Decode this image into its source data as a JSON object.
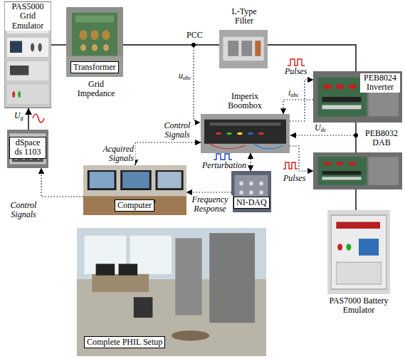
{
  "diagram": {
    "nodes": [
      {
        "text": [
          "PAS5000 Grid Emulator"
        ]
      },
      {
        "text": [
          "Transformer",
          "Grid Impedance"
        ]
      },
      {
        "text": [
          "L-Type Filter"
        ]
      },
      {
        "text": [
          "PEB8024 Inverter"
        ]
      },
      {
        "text": [
          "Imperix Boombox"
        ]
      },
      {
        "text": [
          "dSpace ds 1103"
        ]
      },
      {
        "text": [
          "PEB8032 DAB"
        ]
      },
      {
        "text": [
          "Computer"
        ]
      },
      {
        "text": [
          "NI-DAQ"
        ]
      },
      {
        "text": [
          "PAS7000 Battery Emulator"
        ]
      },
      {
        "text": [
          "Complete PHIL Setup"
        ]
      }
    ],
    "edges": [
      {
        "from": 0,
        "to": 1,
        "arrow": "none"
      },
      {
        "from": 1,
        "to": 2,
        "arrow": "none"
      },
      {
        "from": 2,
        "to": 3,
        "arrow": "none"
      },
      {
        "from": 3,
        "to": 6,
        "arrow": "none"
      },
      {
        "from": 6,
        "to": 9,
        "arrow": "none"
      },
      {
        "from": 5,
        "to": 0,
        "label": "Ug",
        "arrow": "to"
      },
      {
        "from": 7,
        "to": 5,
        "label": "Control Signals",
        "arrow": "to"
      },
      {
        "from": 4,
        "to": 7,
        "label": "Control Signals",
        "arrow": "both"
      },
      {
        "from": 8,
        "to": 7,
        "label": "Frequency Response",
        "arrow": "to"
      },
      {
        "from": 4,
        "to": 8,
        "label": "Perturbation",
        "arrow": "both"
      },
      {
        "from": 4,
        "to": 3,
        "label": "Pulses",
        "arrow": "to"
      },
      {
        "from": 3,
        "to": 4,
        "label": "iabc",
        "arrow": "to"
      },
      {
        "from": 4,
        "to": 6,
        "label": "Pulses",
        "arrow": "to"
      }
    ],
    "labels": [
      "PCC",
      "uabc",
      "Udc",
      "Acquired Signals"
    ]
  }
}
